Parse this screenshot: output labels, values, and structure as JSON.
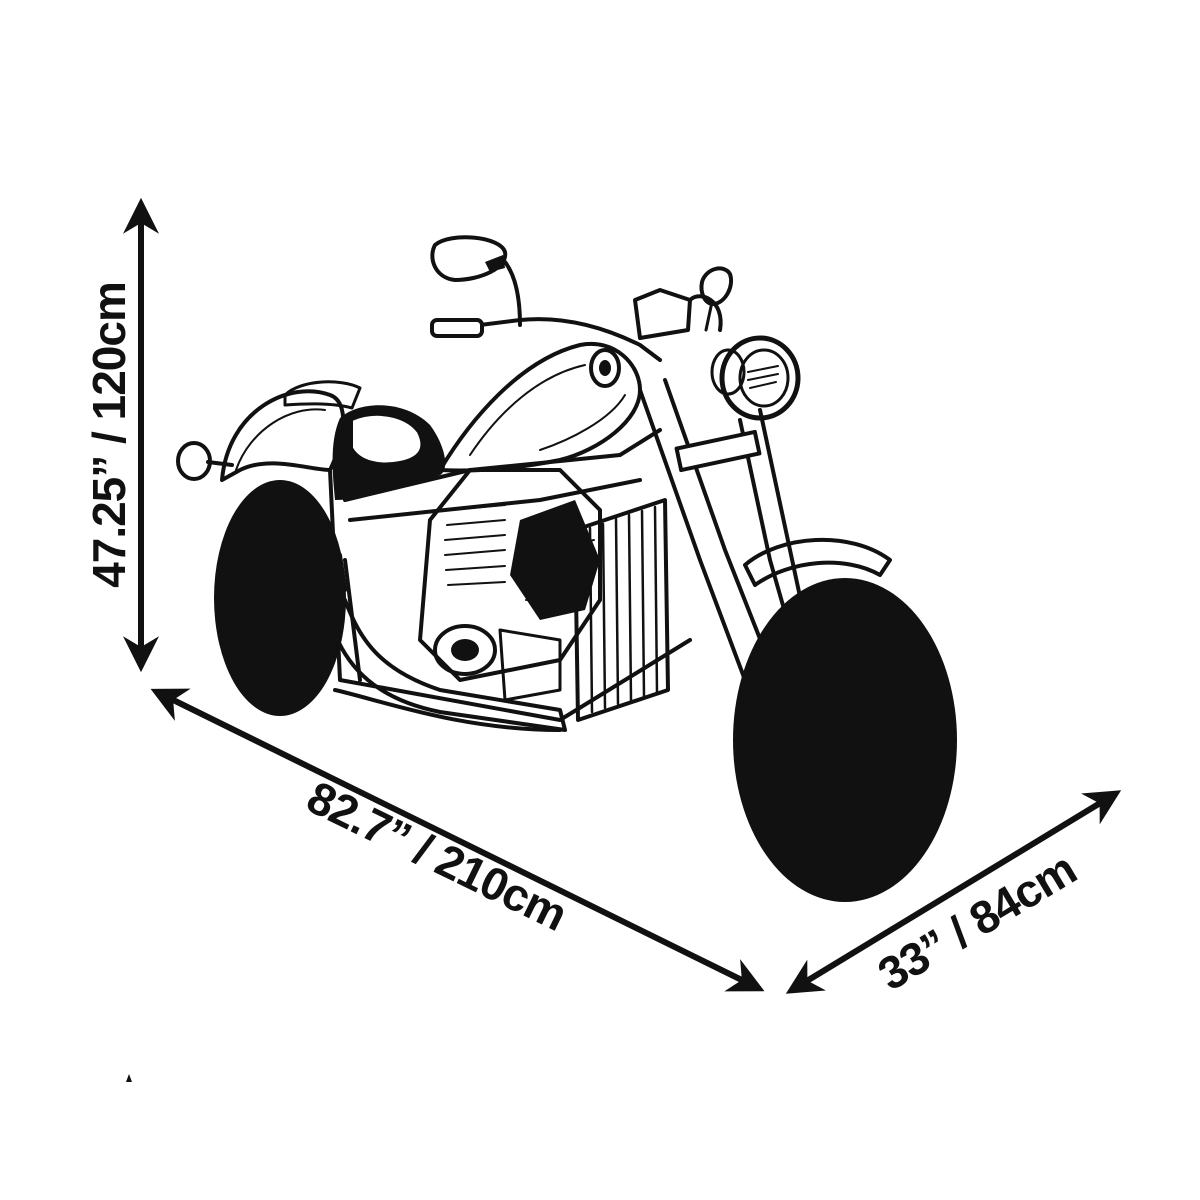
{
  "dimensions": {
    "height": {
      "label": "47.25” / 120cm"
    },
    "length": {
      "label": "82.7” / 210cm"
    },
    "width": {
      "label": "33” / 84cm"
    }
  },
  "illustration": {
    "subject": "motorcycle-line-drawing",
    "ink_color": "#111111",
    "paper_color": "#ffffff"
  }
}
